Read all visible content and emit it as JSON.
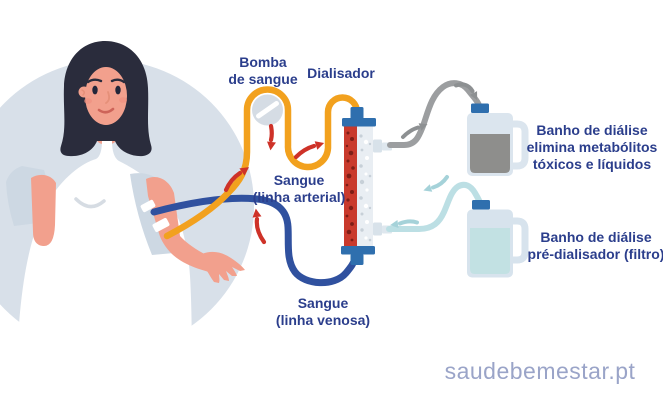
{
  "diagram": {
    "type": "hemodialysis-infographic",
    "labels": {
      "pump": "Bomba\nde sangue",
      "dialyzer": "Dialisador",
      "arterial_line": "Sangue\n(linha arterial)",
      "venous_line": "Sangue\n(linha venosa)",
      "bath_out": "Banho de diálise\nelimina metabólitos\ntóxicos e líquidos",
      "bath_in": "Banho de diálise\npré-dialisador (filtro)"
    },
    "watermark": "saudebemestar.pt",
    "colors": {
      "label_navy": "#2b3e8c",
      "watermark_blue": "#9aa4c8",
      "arterial_orange": "#f2a11e",
      "venous_blue": "#30519f",
      "flow_arrow_red": "#ce3228",
      "dialyzer_cap_blue": "#2f6fae",
      "dialyzer_blood_red": "#c93a2c",
      "dialysate_out_gray": "#9c9ea0",
      "dialysate_in_cyan": "#bcdfe4",
      "waste_liquid_gray": "#8e8e8c",
      "fresh_liquid_teal": "#c2e1e3",
      "patient_circle": "#d8e0e9",
      "skin": "#f2a08d",
      "hair": "#2a2c3c"
    }
  }
}
